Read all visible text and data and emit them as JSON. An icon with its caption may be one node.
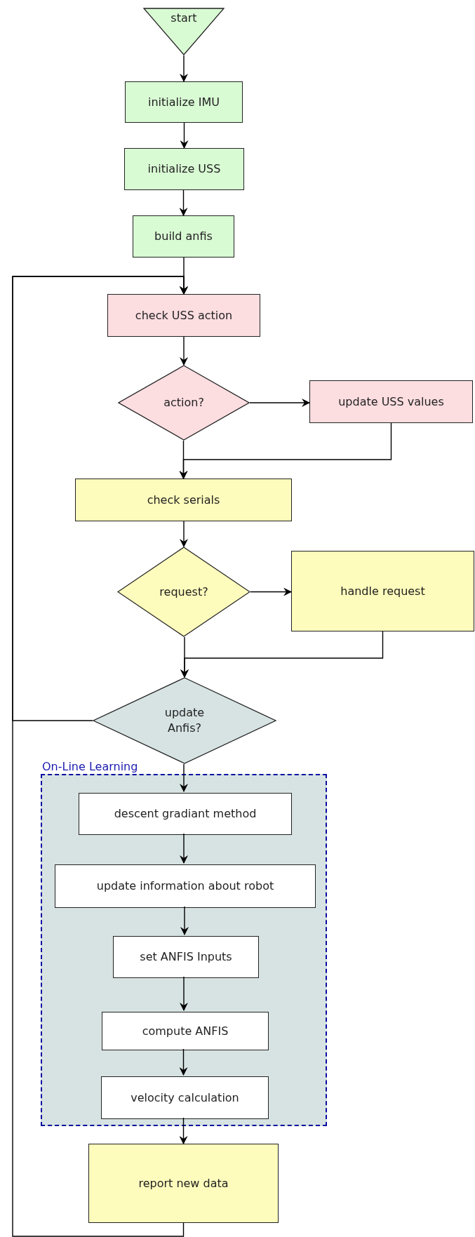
{
  "diagram": {
    "nodes": [
      {
        "text": [
          "start"
        ]
      },
      {
        "text": [
          "initialize IMU"
        ]
      },
      {
        "text": [
          "initialize USS"
        ]
      },
      {
        "text": [
          "build anfis"
        ]
      },
      {
        "text": [
          "check USS action"
        ]
      },
      {
        "text": [
          "action?"
        ]
      },
      {
        "text": [
          "update USS values"
        ]
      },
      {
        "text": [
          "check serials"
        ]
      },
      {
        "text": [
          "request?"
        ]
      },
      {
        "text": [
          "handle request"
        ]
      },
      {
        "text": [
          "update Anfis?"
        ]
      },
      {
        "text": [
          "On-Line Learning"
        ]
      },
      {
        "text": [
          "descent gradiant method"
        ],
        "in": 11
      },
      {
        "text": [
          "update information about robot"
        ],
        "in": 11
      },
      {
        "text": [
          "set ANFIS Inputs"
        ],
        "in": 11
      },
      {
        "text": [
          "compute ANFIS"
        ],
        "in": 11
      },
      {
        "text": [
          "velocity calculation"
        ],
        "in": 11
      },
      {
        "text": [
          "report new data"
        ]
      }
    ],
    "edges": [
      {
        "from": 0,
        "to": 1,
        "arrow": "to"
      },
      {
        "from": 1,
        "to": 2,
        "arrow": "to"
      },
      {
        "from": 2,
        "to": 3,
        "arrow": "to"
      },
      {
        "from": 3,
        "to": 4,
        "arrow": "to"
      },
      {
        "from": 4,
        "to": 5,
        "arrow": "to"
      },
      {
        "from": 5,
        "to": 6,
        "arrow": "to"
      },
      {
        "from": 6,
        "to": 7,
        "arrow": "to"
      },
      {
        "from": 5,
        "to": 7,
        "arrow": "to"
      },
      {
        "from": 7,
        "to": 8,
        "arrow": "to"
      },
      {
        "from": 8,
        "to": 9,
        "arrow": "to"
      },
      {
        "from": 9,
        "to": 10,
        "arrow": "to"
      },
      {
        "from": 8,
        "to": 10,
        "arrow": "to"
      },
      {
        "from": 10,
        "to": 4,
        "arrow": "to"
      },
      {
        "from": 10,
        "to": 12,
        "arrow": "to"
      },
      {
        "from": 12,
        "to": 13,
        "arrow": "to"
      },
      {
        "from": 13,
        "to": 14,
        "arrow": "to"
      },
      {
        "from": 14,
        "to": 15,
        "arrow": "to"
      },
      {
        "from": 15,
        "to": 16,
        "arrow": "to"
      },
      {
        "from": 16,
        "to": 17,
        "arrow": "to"
      },
      {
        "from": 17,
        "to": 4,
        "arrow": "to"
      }
    ]
  }
}
